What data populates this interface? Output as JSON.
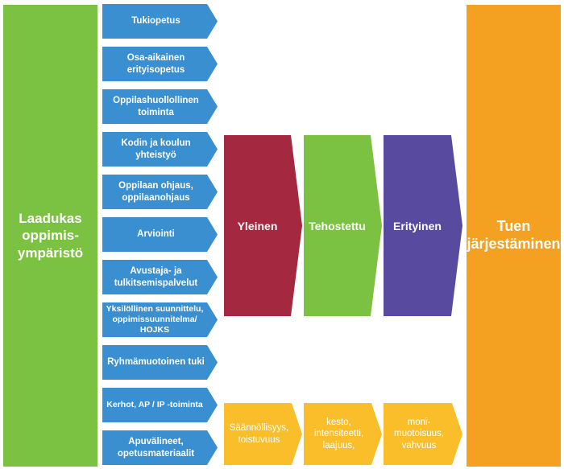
{
  "left_block": {
    "lines": [
      "Laadukas",
      "oppimis-",
      "ympäristö"
    ]
  },
  "right_block": {
    "lines": [
      "Tuen",
      "järjestäminen"
    ]
  },
  "support_forms": [
    {
      "lines": [
        "Tukiopetus"
      ]
    },
    {
      "lines": [
        "Osa-aikainen",
        "erityisopetus"
      ]
    },
    {
      "lines": [
        "Oppilashuollollinen",
        "toiminta"
      ]
    },
    {
      "lines": [
        "Kodin ja koulun",
        "yhteistyö"
      ]
    },
    {
      "lines": [
        "Oppilaan ohjaus,",
        "oppilaanohjaus"
      ]
    },
    {
      "lines": [
        "Arviointi"
      ]
    },
    {
      "lines": [
        "Avustaja- ja",
        "tulkitsemispalvelut"
      ]
    },
    {
      "lines": [
        "Yksilöllinen suunnittelu,",
        "oppimissuunnitelma/",
        "HOJKS"
      ]
    },
    {
      "lines": [
        "Ryhmämuotoinen tuki"
      ]
    },
    {
      "lines": [
        "Kerhot, AP / IP -toiminta"
      ]
    },
    {
      "lines": [
        "Apuvälineet,",
        "opetusmateriaalit"
      ]
    }
  ],
  "levels": [
    {
      "label": "Yleinen",
      "color": "#a4283f"
    },
    {
      "label": "Tehostettu",
      "color": "#7cc242"
    },
    {
      "label": "Erityinen",
      "color": "#584a9e"
    }
  ],
  "dimensions": [
    {
      "lines": [
        "Säännöllisyys,",
        "toistuvuus"
      ]
    },
    {
      "lines": [
        "kesto,",
        "intensiteetti,",
        "laajuus,"
      ]
    },
    {
      "lines": [
        "moni-",
        "muotoisuus,",
        "vahvuus"
      ]
    }
  ],
  "colors": {
    "green": "#7cc242",
    "orange": "#f4a020",
    "blue": "#3a8fd0",
    "yellow": "#f9be2a"
  }
}
